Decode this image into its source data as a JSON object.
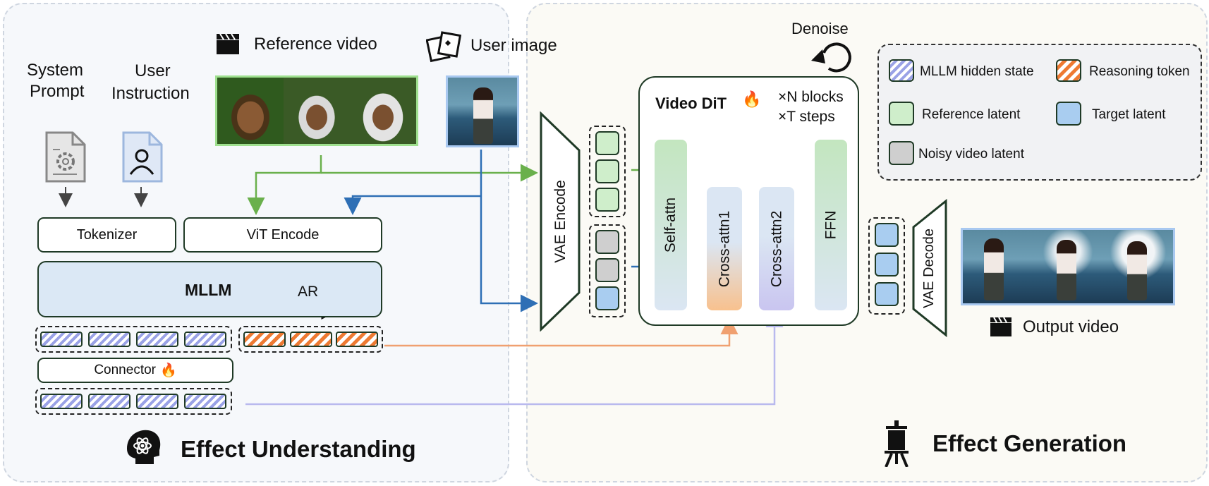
{
  "understanding": {
    "title": "Effect Understanding",
    "system_prompt_line1": "System",
    "system_prompt_line2": "Prompt",
    "user_instruction_line1": "User",
    "user_instruction_line2": "Instruction",
    "reference_video": "Reference video",
    "user_image": "User image",
    "tokenizer": "Tokenizer",
    "vit_encode": "ViT Encode",
    "mllm": "MLLM",
    "ar": "AR",
    "connector": "Connector"
  },
  "generation": {
    "title": "Effect Generation",
    "denoise": "Denoise",
    "vae_encode": "VAE Encode",
    "vae_decode": "VAE Decode",
    "video_dit": "Video DiT",
    "n_blocks": "×N blocks",
    "t_steps": "×T steps",
    "self_attn": "Self-attn",
    "cross_attn1": "Cross-attn1",
    "cross_attn2": "Cross-attn2",
    "ffn": "FFN",
    "output_video": "Output video"
  },
  "legend": {
    "mllm_hidden_state": "MLLM hidden state",
    "reasoning_token": "Reasoning token",
    "reference_latent": "Reference latent",
    "target_latent": "Target latent",
    "noisy_video_latent": "Noisy video latent"
  },
  "colors": {
    "green_flow": "#6ab04c",
    "blue_flow": "#2e6fb5",
    "orange_flow": "#f0a070",
    "purple_flow": "#b9b9ee",
    "dark_stroke": "#1f3a26"
  }
}
